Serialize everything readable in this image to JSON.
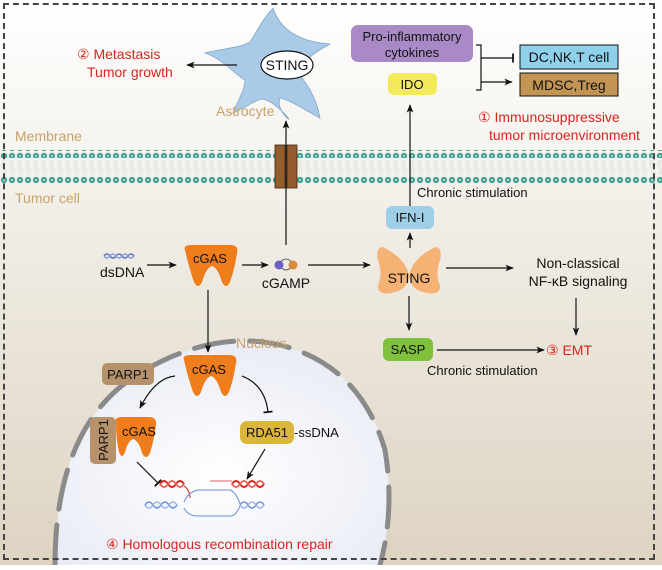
{
  "labels": {
    "membrane": "Membrane",
    "tumor_cell": "Tumor cell",
    "nucleus": "Nucleus",
    "astrocyte": "Astrocyte",
    "astrocyte_sting": "STING",
    "metastasis_line1": "② Metastasis",
    "metastasis_line2": "Tumor growth",
    "pro_inflammatory_line1": "Pro-inflammatory",
    "pro_inflammatory_line2": "cytokines",
    "ido": "IDO",
    "dc_nk_t": "DC,NK,T cell",
    "mdsc_treg": "MDSC,Treg",
    "immuno_line1": "①  Immunosuppressive",
    "immuno_line2": "tumor microenvironment",
    "chronic_stim_top": "Chronic stimulation",
    "ifn": "IFN-I",
    "dsdna": "dsDNA",
    "cgas_cyto": "cGAS",
    "cgamp": "cGAMP",
    "sting": "STING",
    "nfkb_line1": "Non-classical",
    "nfkb_line2": "NF-κB signaling",
    "sasp": "SASP",
    "emt": "③ EMT",
    "chronic_stim_bottom": "Chronic stimulation",
    "parp1_top": "PARP1",
    "cgas_nucleus": "cGAS",
    "parp1_side": "PARP1",
    "cgas_bound": "cGAS",
    "rad51_box": "RDA51",
    "rad51_suffix": "-ssDNA",
    "hr_repair": "④  Homologous recombination repair"
  },
  "colors": {
    "red_text": "#d7261e",
    "tan_text": "#c9a06a",
    "cgas_orange": "#ef7d1c",
    "sting_peach": "#f5b274",
    "astrocyte_blue": "#a9cbe8",
    "purple_box": "#a98ac6",
    "ido_yellow": "#f2ea5a",
    "dc_blue": "#8fd0ea",
    "mdsc_brown": "#c49453",
    "ifn_blue": "#9fcfe6",
    "sasp_green": "#7fc13a",
    "parp_brown": "#b5926b",
    "rad51_gold": "#dcb53c",
    "membrane_teal": "#3a9d8f",
    "channel_brown": "#955d2c",
    "dna_red": "#d7261e",
    "dna_blue": "#6a8fd6"
  }
}
